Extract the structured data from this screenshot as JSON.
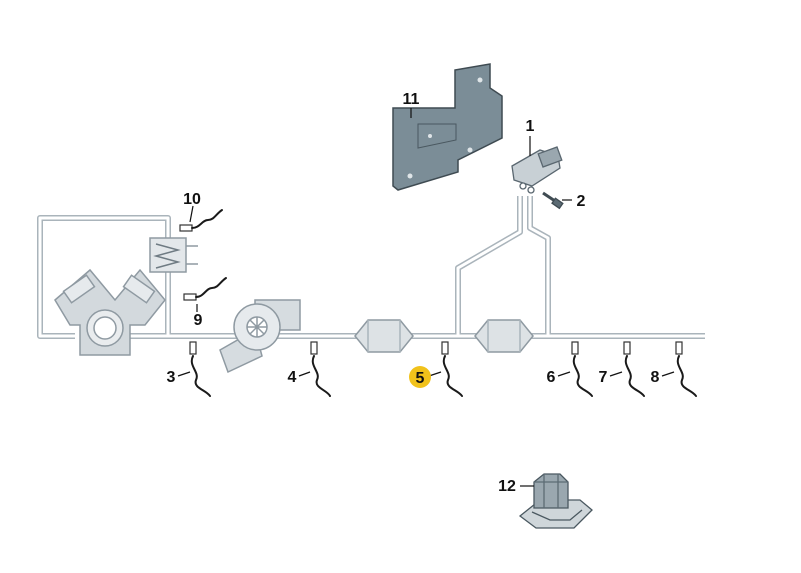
{
  "diagram": {
    "callouts": [
      {
        "id": "1",
        "label": "1",
        "part": "pressure-sensor"
      },
      {
        "id": "2",
        "label": "2",
        "part": "screw"
      },
      {
        "id": "3",
        "label": "3",
        "part": "temperature-sensor"
      },
      {
        "id": "4",
        "label": "4",
        "part": "temperature-sensor"
      },
      {
        "id": "5",
        "label": "5",
        "part": "temperature-sensor",
        "highlighted": true
      },
      {
        "id": "6",
        "label": "6",
        "part": "temperature-sensor"
      },
      {
        "id": "7",
        "label": "7",
        "part": "temperature-sensor"
      },
      {
        "id": "8",
        "label": "8",
        "part": "temperature-sensor"
      },
      {
        "id": "9",
        "label": "9",
        "part": "temperature-sensor"
      },
      {
        "id": "10",
        "label": "10",
        "part": "temperature-sensor"
      },
      {
        "id": "11",
        "label": "11",
        "part": "bracket"
      },
      {
        "id": "12",
        "label": "12",
        "part": "nut"
      }
    ],
    "colors": {
      "line": "#b9c2c8",
      "line_dark": "#7d8a93",
      "part_fill": "#d9dee2",
      "bracket_fill": "#7b8d97",
      "sensor_wire": "#1a1a1a",
      "highlight": "#f1c21b"
    }
  }
}
